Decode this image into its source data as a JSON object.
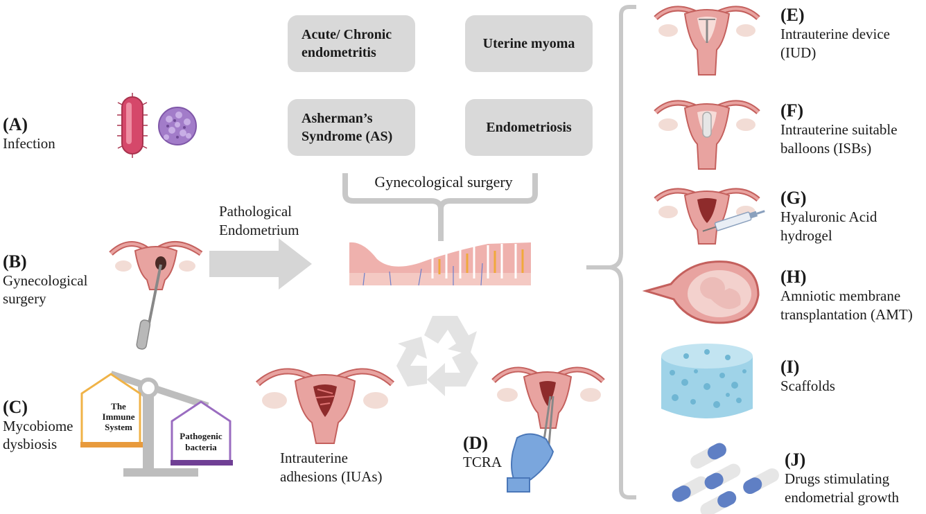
{
  "left_causes": [
    {
      "letter": "(A)",
      "text": [
        "Infection"
      ]
    },
    {
      "letter": "(B)",
      "text": [
        "Gynecological",
        "surgery"
      ]
    },
    {
      "letter": "(C)",
      "text": [
        "Mycobiome",
        "dysbiosis"
      ]
    }
  ],
  "conditions": [
    {
      "lines": [
        "Acute/ Chronic",
        "endometritis"
      ]
    },
    {
      "lines": [
        "Uterine myoma"
      ]
    },
    {
      "lines": [
        "Asherman’s",
        "Syndrome (AS)"
      ]
    },
    {
      "lines": [
        "Endometriosis"
      ]
    }
  ],
  "brace_label": "Gynecological surgery",
  "arrow_label": [
    "Pathological",
    "Endometrium"
  ],
  "scale": {
    "left": [
      "The",
      "Immune",
      "System"
    ],
    "right": [
      "Pathogenic",
      "bacteria"
    ]
  },
  "iua_label": [
    "Intrauterine",
    "adhesions (IUAs)"
  ],
  "tcra": {
    "letter": "(D)",
    "text": "TCRA"
  },
  "treatments": [
    {
      "letter": "(E)",
      "text": [
        "Intrauterine device",
        "(IUD)"
      ]
    },
    {
      "letter": "(F)",
      "text": [
        "Intrauterine suitable",
        "balloons (ISBs)"
      ]
    },
    {
      "letter": "(G)",
      "text": [
        "Hyaluronic Acid",
        "hydrogel"
      ]
    },
    {
      "letter": "(H)",
      "text": [
        "Amniotic membrane",
        "transplantation (AMT)"
      ]
    },
    {
      "letter": "(I)",
      "text": [
        "Scaffolds"
      ]
    },
    {
      "letter": "(J)",
      "text": [
        "Drugs stimulating",
        "endometrial growth"
      ]
    }
  ],
  "colors": {
    "box": "#d9d9d9",
    "arrow": "#d6d6d6",
    "uterus": "#e8a3a0",
    "uterus_dark": "#c4605d",
    "ovary": "#f2dcd5",
    "immune": "#e89a3c",
    "pathogen": "#9a6cc0",
    "scaffold": "#a9d8ea",
    "pill_blue": "#5f7fc4"
  }
}
